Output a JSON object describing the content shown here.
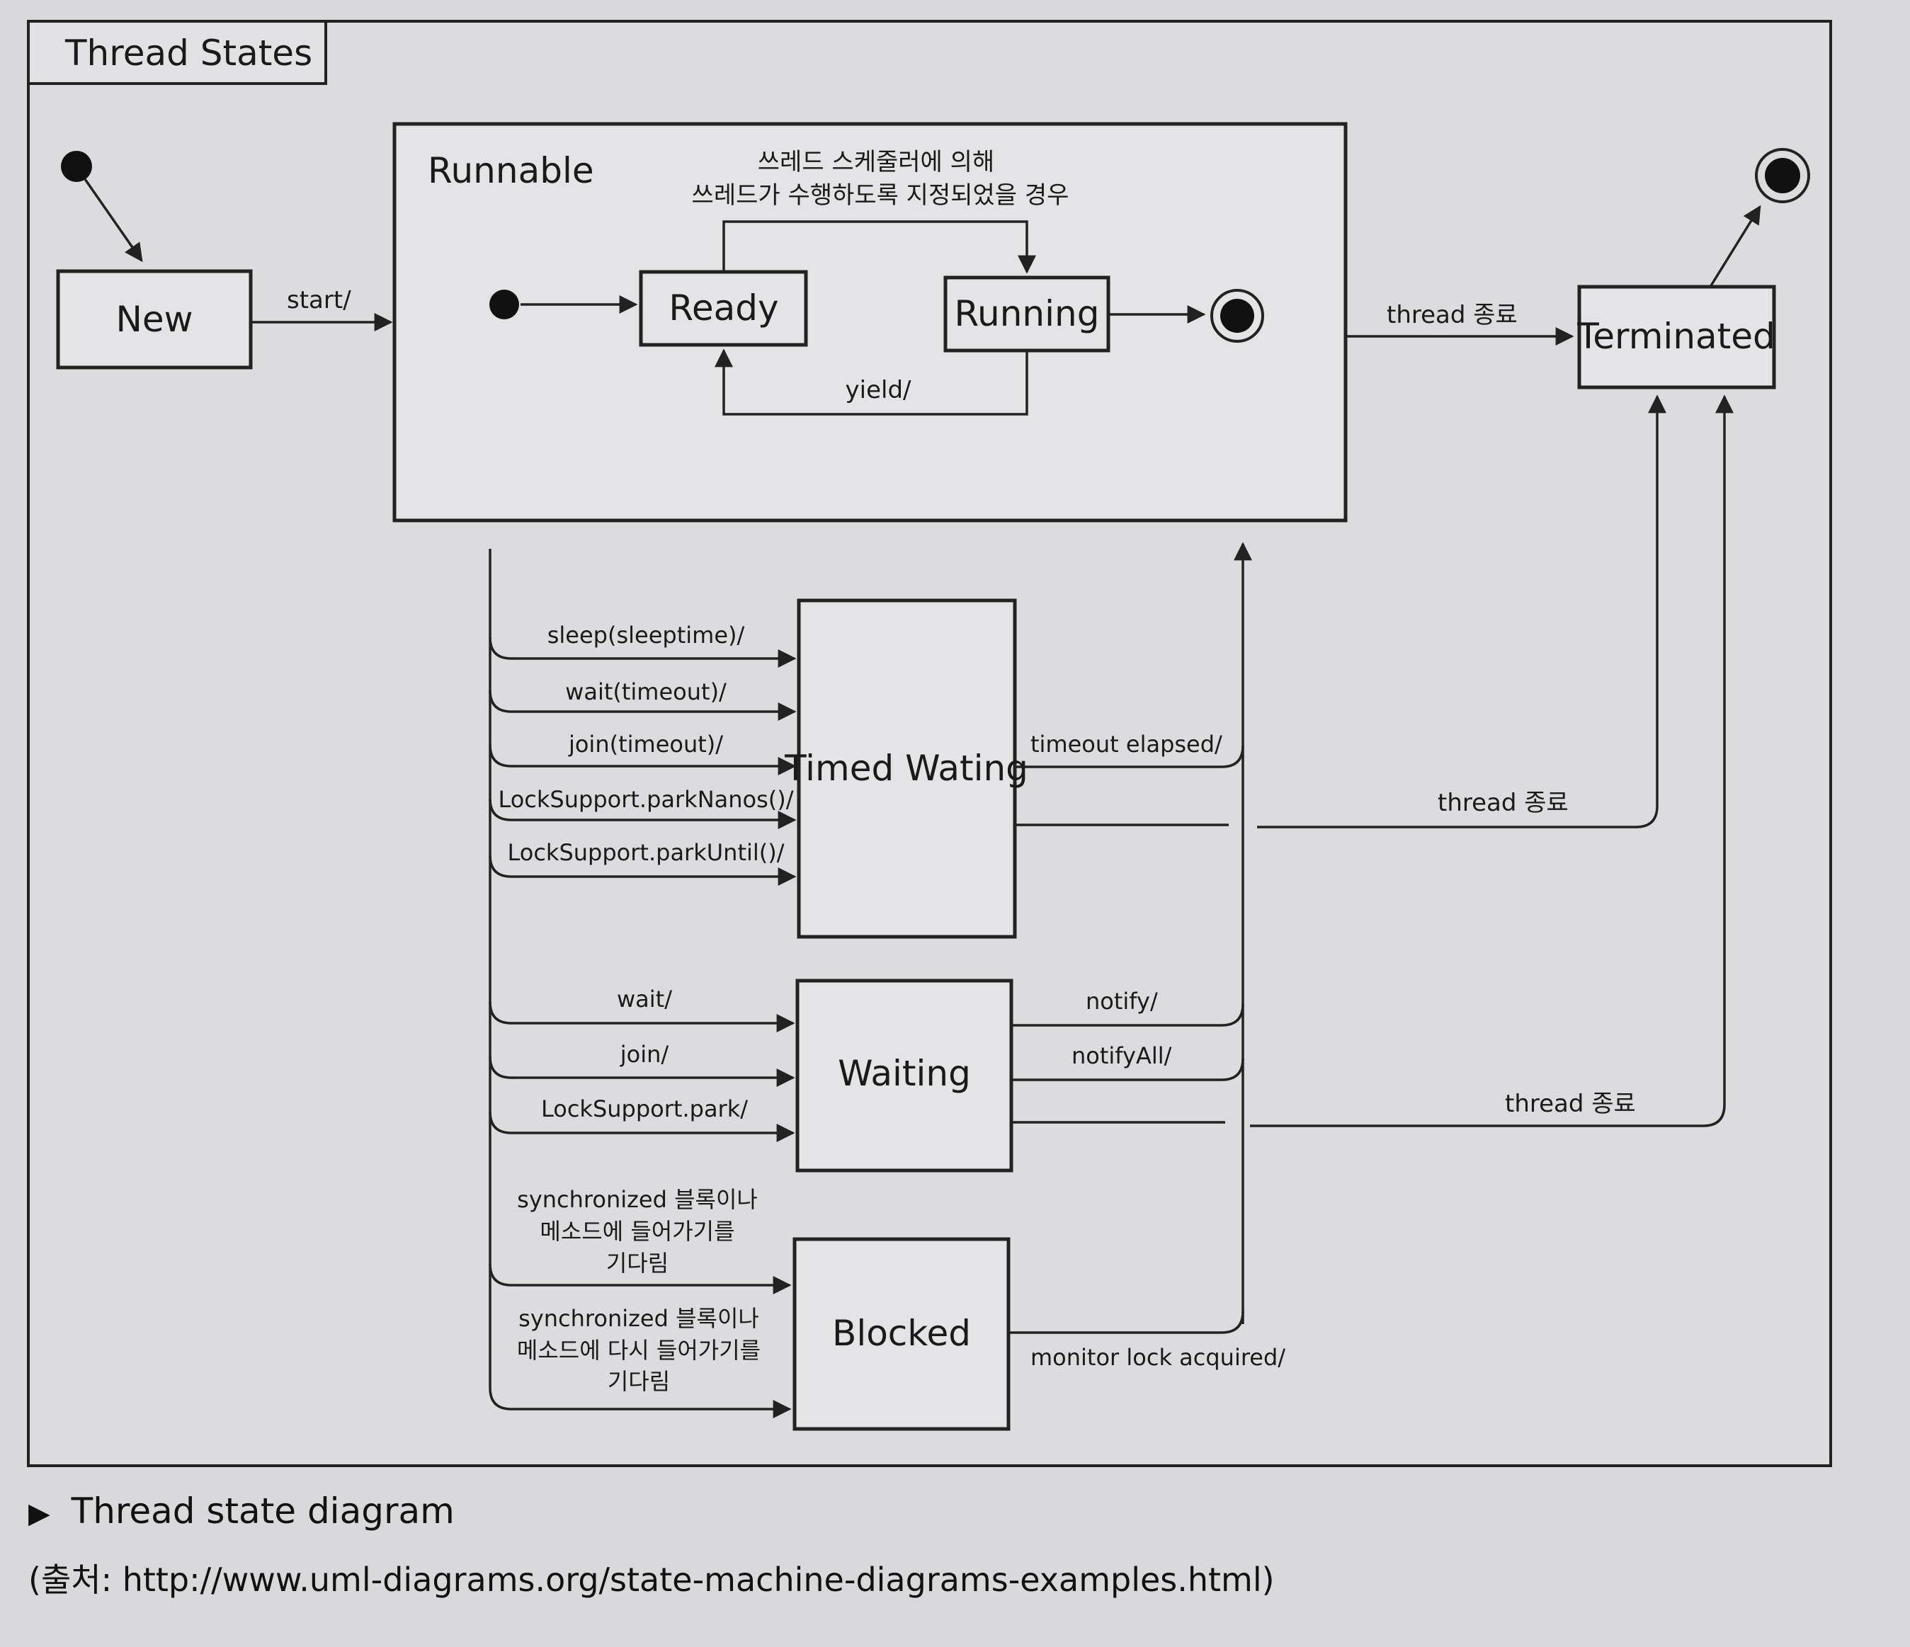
{
  "frame": {
    "title": "Thread States"
  },
  "states": {
    "new": "New",
    "runnable": "Runnable",
    "ready": "Ready",
    "running": "Running",
    "terminated": "Terminated",
    "timed_waiting": "Timed Wating",
    "waiting": "Waiting",
    "blocked": "Blocked"
  },
  "transitions": {
    "start": "start/",
    "scheduler_line1": "쓰레드 스케줄러에 의해",
    "scheduler_line2": "쓰레드가 수행하도록 지정되었을 경우",
    "yield": "yield/",
    "thread_end_runnable": "thread 종료",
    "thread_end_timed": "thread 종료",
    "thread_end_waiting": "thread 종료",
    "sleep": "sleep(sleeptime)/",
    "wait_timeout": "wait(timeout)/",
    "join_timeout": "join(timeout)/",
    "park_nanos": "LockSupport.parkNanos()/",
    "park_until": "LockSupport.parkUntil()/",
    "timeout_elapsed": "timeout elapsed/",
    "wait": "wait/",
    "join": "join/",
    "park": "LockSupport.park/",
    "notify": "notify/",
    "notify_all": "notifyAll/",
    "sync_enter_1": "synchronized 블록이나",
    "sync_enter_2": "메소드에 들어가기를",
    "sync_enter_3": "기다림",
    "sync_reenter_1": "synchronized 블록이나",
    "sync_reenter_2": "메소드에 다시 들어가기를",
    "sync_reenter_3": "기다림",
    "monitor_lock": "monitor lock acquired/"
  },
  "caption": {
    "title": "Thread state diagram",
    "source": "(출처: http://www.uml-diagrams.org/state-machine-diagrams-examples.html)"
  }
}
